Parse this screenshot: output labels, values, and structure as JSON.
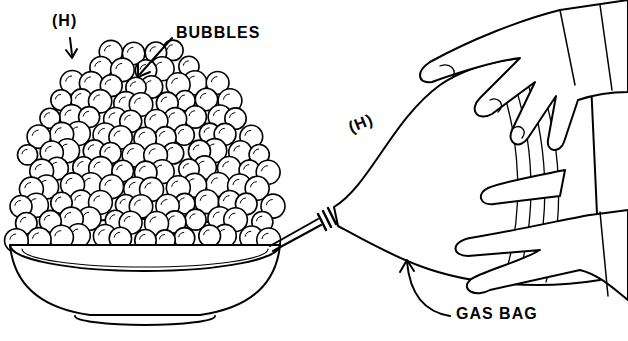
{
  "diagram": {
    "labels": [
      "(H)",
      "BUBBLES",
      "(H)",
      "GAS BAG"
    ]
  }
}
